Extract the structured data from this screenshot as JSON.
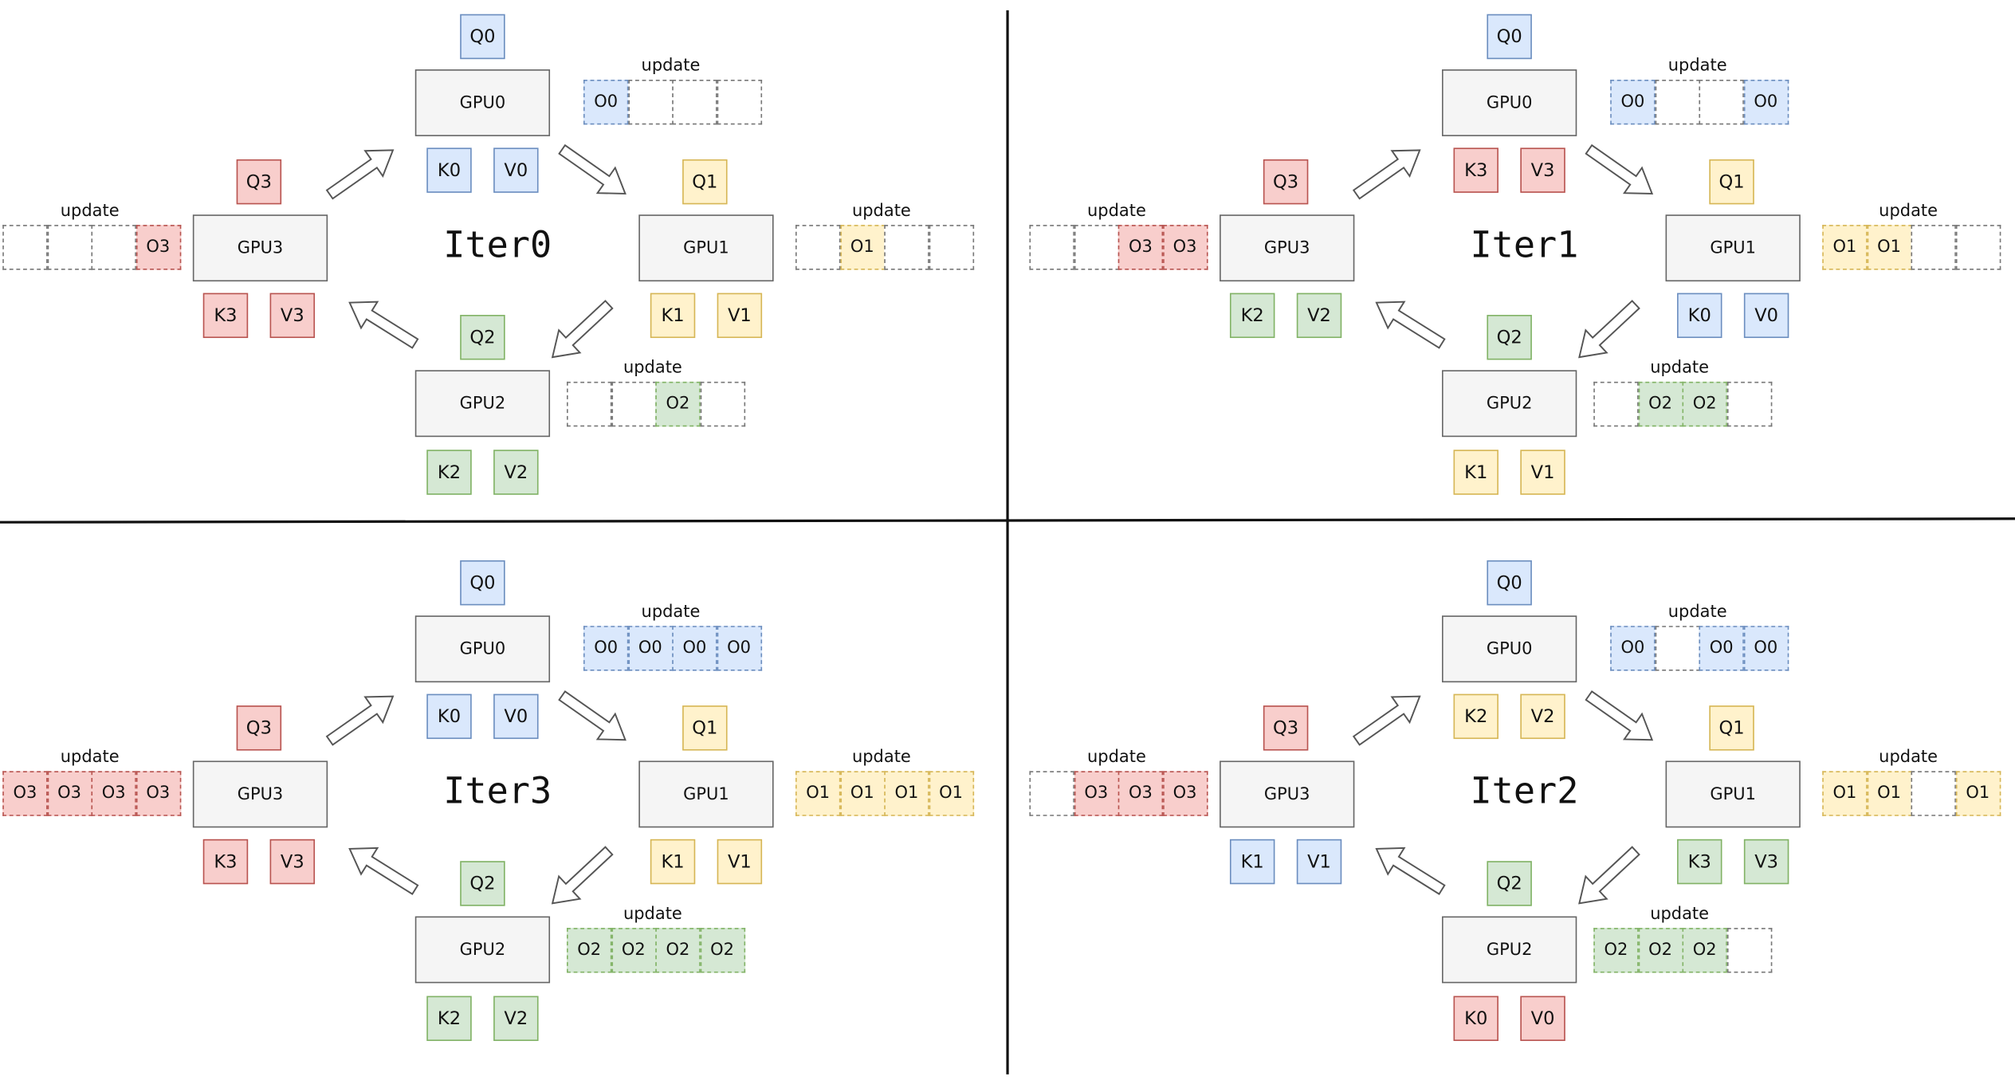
{
  "panels": [
    {
      "id": "iter0",
      "title": "Iter0",
      "gpus": [
        "GPU0",
        "GPU1",
        "GPU2",
        "GPU3"
      ],
      "queries": [
        "Q0",
        "Q1",
        "Q2",
        "Q3"
      ],
      "kv": [
        [
          "K0",
          "V0"
        ],
        [
          "K1",
          "V1"
        ],
        [
          "K2",
          "V2"
        ],
        [
          "K3",
          "V3"
        ]
      ],
      "kv_colors": [
        "blue",
        "yellow",
        "green",
        "red"
      ],
      "update_label": "update",
      "outputs": [
        {
          "color": "blue",
          "cells": [
            "O0",
            "",
            "",
            ""
          ]
        },
        {
          "color": "yellow",
          "cells": [
            "",
            "O1",
            "",
            ""
          ]
        },
        {
          "color": "green",
          "cells": [
            "",
            "",
            "O2",
            ""
          ]
        },
        {
          "color": "red",
          "cells": [
            "",
            "",
            "",
            "O3"
          ]
        }
      ]
    },
    {
      "id": "iter1",
      "title": "Iter1",
      "gpus": [
        "GPU0",
        "GPU1",
        "GPU2",
        "GPU3"
      ],
      "queries": [
        "Q0",
        "Q1",
        "Q2",
        "Q3"
      ],
      "kv": [
        [
          "K3",
          "V3"
        ],
        [
          "K0",
          "V0"
        ],
        [
          "K1",
          "V1"
        ],
        [
          "K2",
          "V2"
        ]
      ],
      "kv_colors": [
        "red",
        "blue",
        "yellow",
        "green"
      ],
      "update_label": "update",
      "outputs": [
        {
          "color": "blue",
          "cells": [
            "O0",
            "",
            "",
            "O0"
          ]
        },
        {
          "color": "yellow",
          "cells": [
            "O1",
            "O1",
            "",
            ""
          ]
        },
        {
          "color": "green",
          "cells": [
            "",
            "O2",
            "O2",
            ""
          ]
        },
        {
          "color": "red",
          "cells": [
            "",
            "",
            "O3",
            "O3"
          ]
        }
      ]
    },
    {
      "id": "iter3",
      "title": "Iter3",
      "gpus": [
        "GPU0",
        "GPU1",
        "GPU2",
        "GPU3"
      ],
      "queries": [
        "Q0",
        "Q1",
        "Q2",
        "Q3"
      ],
      "kv": [
        [
          "K0",
          "V0"
        ],
        [
          "K1",
          "V1"
        ],
        [
          "K2",
          "V2"
        ],
        [
          "K3",
          "V3"
        ]
      ],
      "kv_colors": [
        "blue",
        "yellow",
        "green",
        "red"
      ],
      "update_label": "update",
      "outputs": [
        {
          "color": "blue",
          "cells": [
            "O0",
            "O0",
            "O0",
            "O0"
          ]
        },
        {
          "color": "yellow",
          "cells": [
            "O1",
            "O1",
            "O1",
            "O1"
          ]
        },
        {
          "color": "green",
          "cells": [
            "O2",
            "O2",
            "O2",
            "O2"
          ]
        },
        {
          "color": "red",
          "cells": [
            "O3",
            "O3",
            "O3",
            "O3"
          ]
        }
      ]
    },
    {
      "id": "iter2",
      "title": "Iter2",
      "gpus": [
        "GPU0",
        "GPU1",
        "GPU2",
        "GPU3"
      ],
      "queries": [
        "Q0",
        "Q1",
        "Q2",
        "Q3"
      ],
      "kv": [
        [
          "K2",
          "V2"
        ],
        [
          "K3",
          "V3"
        ],
        [
          "K0",
          "V0"
        ],
        [
          "K1",
          "V1"
        ]
      ],
      "kv_colors": [
        "yellow",
        "green",
        "red",
        "blue"
      ],
      "update_label": "update",
      "outputs": [
        {
          "color": "blue",
          "cells": [
            "O0",
            "",
            "O0",
            "O0"
          ]
        },
        {
          "color": "yellow",
          "cells": [
            "O1",
            "O1",
            "",
            "O1"
          ]
        },
        {
          "color": "green",
          "cells": [
            "O2",
            "O2",
            "O2",
            ""
          ]
        },
        {
          "color": "red",
          "cells": [
            "",
            "O3",
            "O3",
            "O3"
          ]
        }
      ]
    }
  ],
  "colors": {
    "blue": {
      "fill": "#dae8fc",
      "stroke": "#6c8ebf"
    },
    "yellow": {
      "fill": "#fff2cc",
      "stroke": "#d6b656"
    },
    "green": {
      "fill": "#d5e8d4",
      "stroke": "#82b366"
    },
    "red": {
      "fill": "#f8cecc",
      "stroke": "#b85450"
    },
    "gpu": {
      "fill": "#f5f5f5",
      "stroke": "#666666"
    }
  }
}
